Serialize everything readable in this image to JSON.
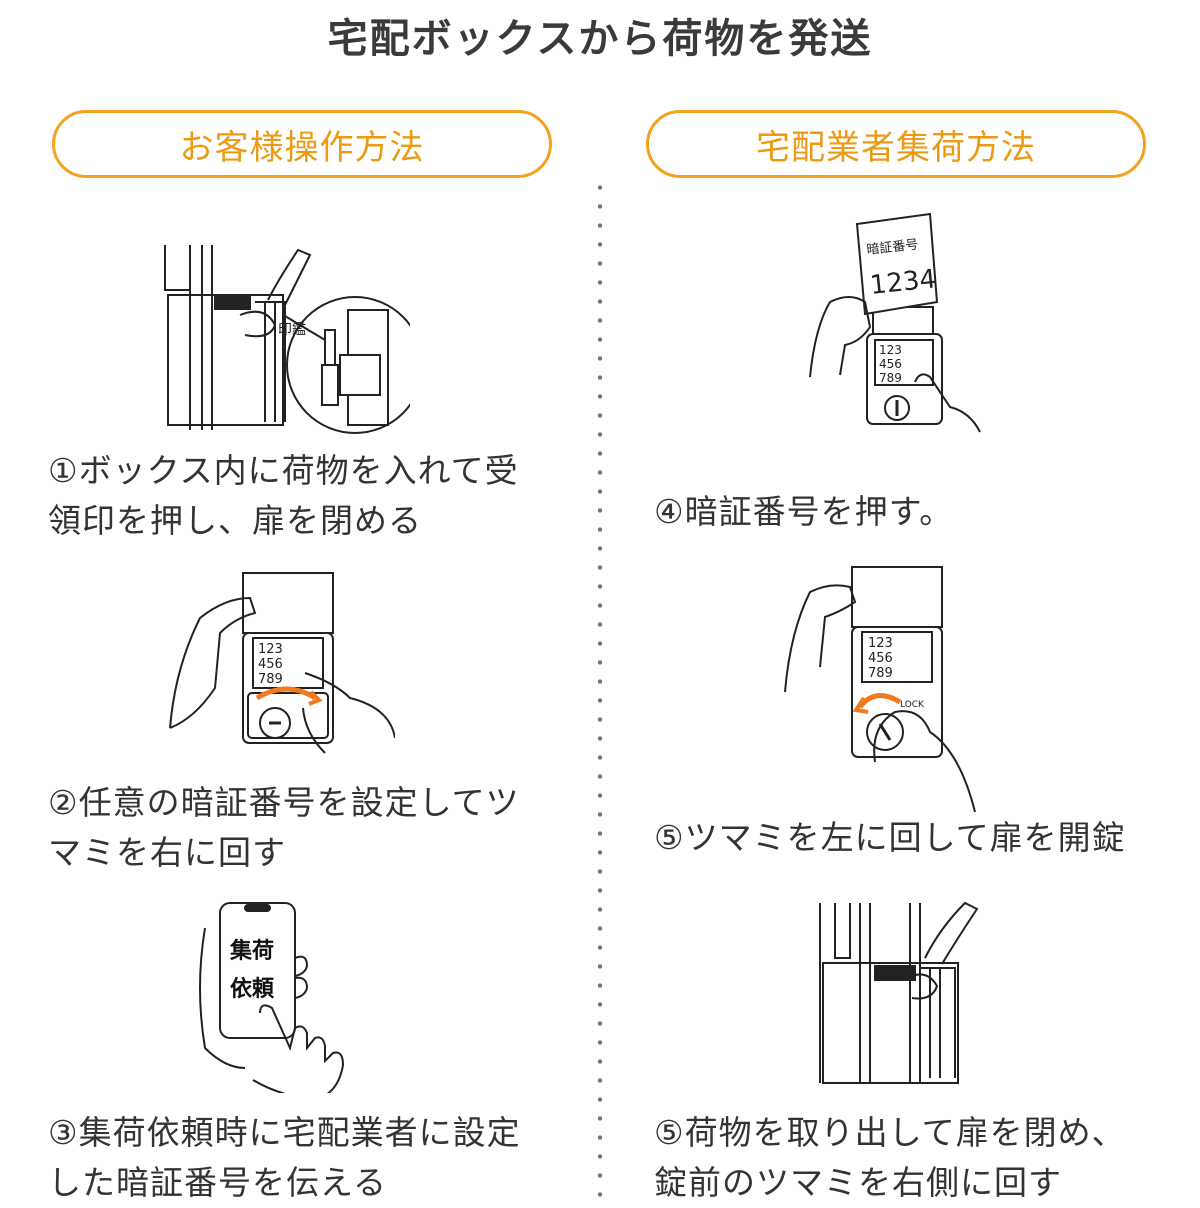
{
  "title": "宅配ボックスから荷物を発送",
  "sections": {
    "customer": {
      "label": "お客様操作方法"
    },
    "courier": {
      "label": "宅配業者集荷方法"
    }
  },
  "steps": {
    "s1": "①ボックス内に荷物を入れて受\n領印を押し、扉を閉める",
    "s2": "②任意の暗証番号を設定してツ\nマミを右に回す",
    "s3": "③集荷依頼時に宅配業者に設定\nした暗証番号を伝える",
    "s4": "④暗証番号を押す。",
    "s5": "⑤ツマミを左に回して扉を開錠",
    "s6": "⑤荷物を取り出して扉を閉め、\n錠前のツマミを右側に回す"
  },
  "illustrations": {
    "stamp_label": "印鑑",
    "code_slip_title": "暗証番号",
    "code_slip_number": "1234",
    "keypad_row1": "123",
    "keypad_row2": "456",
    "keypad_row3": "789",
    "lock_label": "LOCK",
    "phone_line1": "集荷",
    "phone_line2": "依頼"
  },
  "colors": {
    "accent": "#f3a21d",
    "accent_text": "#eb9a12",
    "arrow": "#f07a20",
    "text": "#333333"
  }
}
